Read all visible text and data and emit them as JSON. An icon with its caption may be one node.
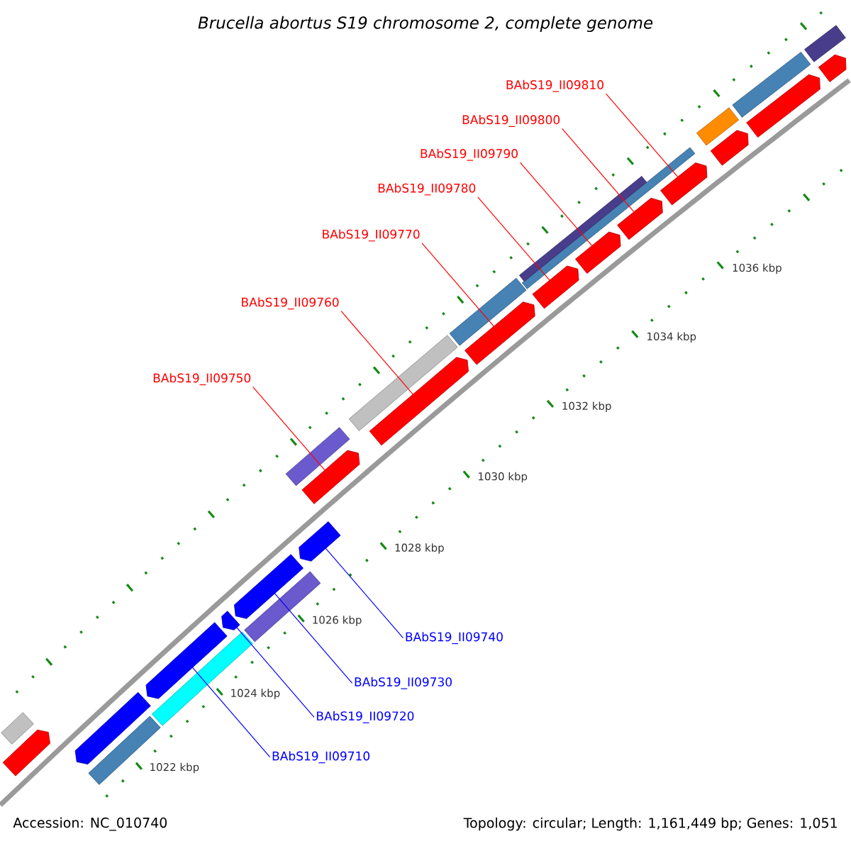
{
  "diagram": {
    "title": "Brucella abortus S19 chromosome 2, complete genome",
    "nodes": [
      {
        "text": [
          "BAbS19_II09810"
        ]
      },
      {
        "text": [
          "BAbS19_II09800"
        ]
      },
      {
        "text": [
          "BAbS19_II09790"
        ]
      },
      {
        "text": [
          "BAbS19_II09780"
        ]
      },
      {
        "text": [
          "BAbS19_II09770"
        ]
      },
      {
        "text": [
          "BAbS19_II09760"
        ]
      },
      {
        "text": [
          "BAbS19_II09750"
        ]
      },
      {
        "text": [
          "BAbS19_II09740"
        ]
      },
      {
        "text": [
          "BAbS19_II09730"
        ]
      },
      {
        "text": [
          "BAbS19_II09720"
        ]
      },
      {
        "text": [
          "BAbS19_II09710"
        ]
      },
      {
        "text": [],
        "shape": "arrow"
      },
      {
        "text": [],
        "shape": "bar"
      },
      {
        "text": [],
        "shape": "bar"
      },
      {
        "text": [],
        "shape": "arrow"
      },
      {
        "text": [],
        "shape": "bar"
      },
      {
        "text": [],
        "shape": "arrow"
      },
      {
        "text": [],
        "shape": "arrow"
      },
      {
        "text": [],
        "shape": "bar"
      },
      {
        "text": [],
        "shape": "arrow"
      },
      {
        "text": [],
        "shape": "arrow"
      },
      {
        "text": [],
        "shape": "arrow"
      },
      {
        "text": [],
        "shape": "bar"
      },
      {
        "text": [],
        "shape": "bar"
      },
      {
        "text": [],
        "shape": "arrow"
      },
      {
        "text": [],
        "shape": "arrow"
      },
      {
        "text": [],
        "shape": "bar"
      },
      {
        "text": [],
        "shape": "arrow"
      },
      {
        "text": [],
        "shape": "bar"
      },
      {
        "text": [],
        "shape": "bar"
      },
      {
        "text": [],
        "shape": "arrow"
      },
      {
        "text": [],
        "shape": "arrow"
      },
      {
        "text": [],
        "shape": "arrow"
      },
      {
        "text": [],
        "shape": "arrow"
      },
      {
        "text": [],
        "shape": "bar"
      },
      {
        "text": [],
        "shape": "arrow"
      },
      {
        "text": [],
        "shape": "bar"
      },
      {
        "text": [],
        "shape": "arrow"
      },
      {
        "text": [],
        "shape": "bar"
      }
    ],
    "edges": [
      {
        "from": 0,
        "to": 32,
        "arrow": "none"
      },
      {
        "from": 1,
        "to": 31,
        "arrow": "none"
      },
      {
        "from": 2,
        "to": 30,
        "arrow": "none"
      },
      {
        "from": 3,
        "to": 27,
        "arrow": "none"
      },
      {
        "from": 4,
        "to": 25,
        "arrow": "none"
      },
      {
        "from": 5,
        "to": 24,
        "arrow": "none"
      },
      {
        "from": 6,
        "to": 21,
        "arrow": "none"
      },
      {
        "from": 7,
        "to": 20,
        "arrow": "none",
        "color": "#0000ff"
      },
      {
        "from": 8,
        "to": 19,
        "arrow": "none",
        "color": "#0000ff"
      },
      {
        "from": 9,
        "to": 17,
        "arrow": "none",
        "color": "#0000ff"
      },
      {
        "from": 10,
        "to": 16,
        "arrow": "none",
        "color": "#0000ff"
      }
    ],
    "labels": [
      "1036 kbp",
      "1034 kbp",
      "1032 kbp",
      "1030 kbp",
      "1028 kbp",
      "1026 kbp",
      "1024 kbp",
      "1022 kbp",
      "Accession: NC_010740",
      "Topology: circular; Length: 1,161,449 bp; Genes: 1,051"
    ]
  }
}
